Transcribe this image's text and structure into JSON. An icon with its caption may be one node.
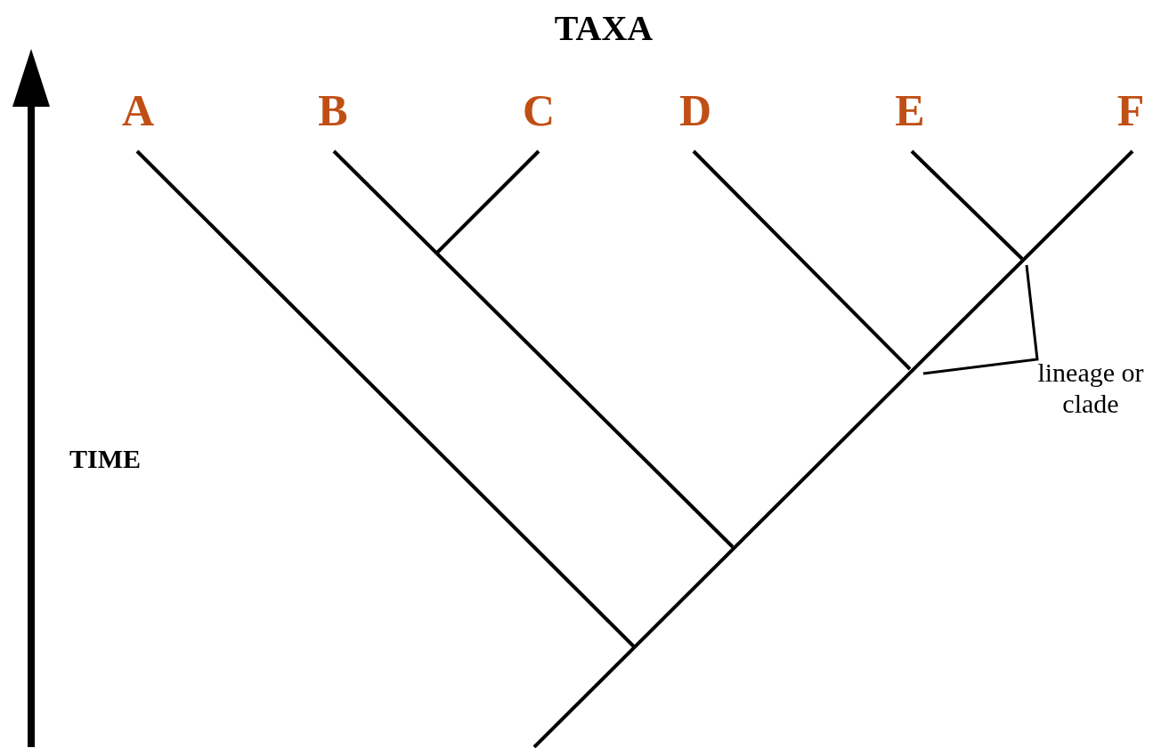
{
  "diagram": {
    "title": "TAXA",
    "labels": [
      "A",
      "B",
      "C",
      "D",
      "E",
      "F",
      "TIME",
      "lineage or clade"
    ]
  }
}
